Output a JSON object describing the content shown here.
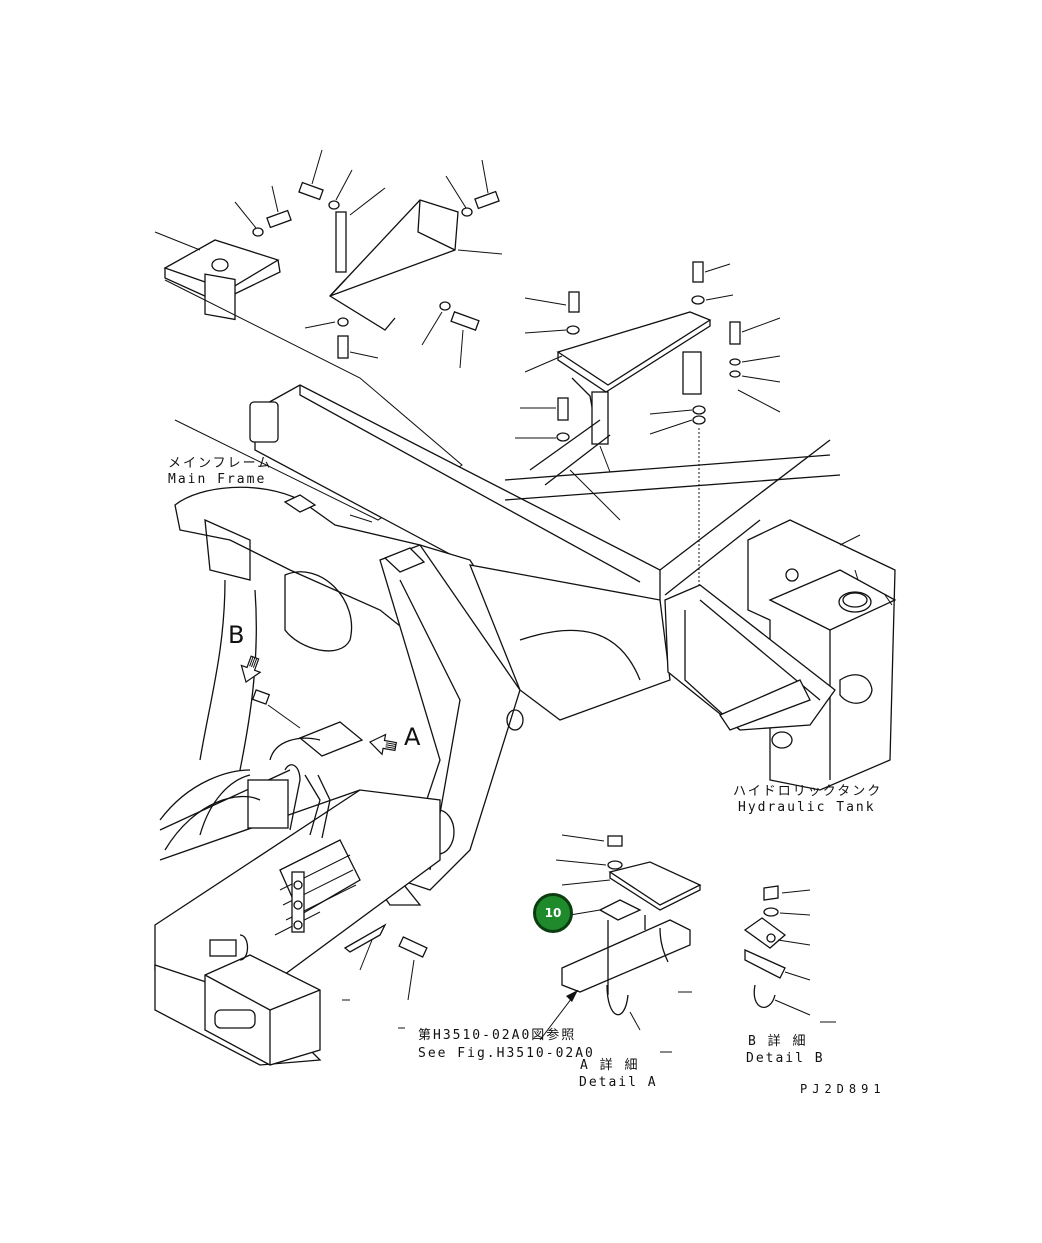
{
  "labels": {
    "main_frame_jp": "メインフレーム",
    "main_frame_en": "Main Frame",
    "hydraulic_tank_jp": "ハイドロリックタンク",
    "hydraulic_tank_en": "Hydraulic Tank",
    "see_fig_jp": "第H3510-02A0図参照",
    "see_fig_en": "See Fig.H3510-02A0",
    "detail_a_jp": "A 詳 細",
    "detail_a_en": "Detail A",
    "detail_b_jp": "B 詳 細",
    "detail_b_en": "Detail B",
    "view_a": "A",
    "view_b": "B",
    "drawing_code": "PJ2D891"
  },
  "callouts": [
    {
      "id": "10",
      "text": "10"
    }
  ],
  "colors": {
    "callout_fill": "#1f8a2c",
    "callout_border": "#0b3d10",
    "line": "#111111"
  }
}
